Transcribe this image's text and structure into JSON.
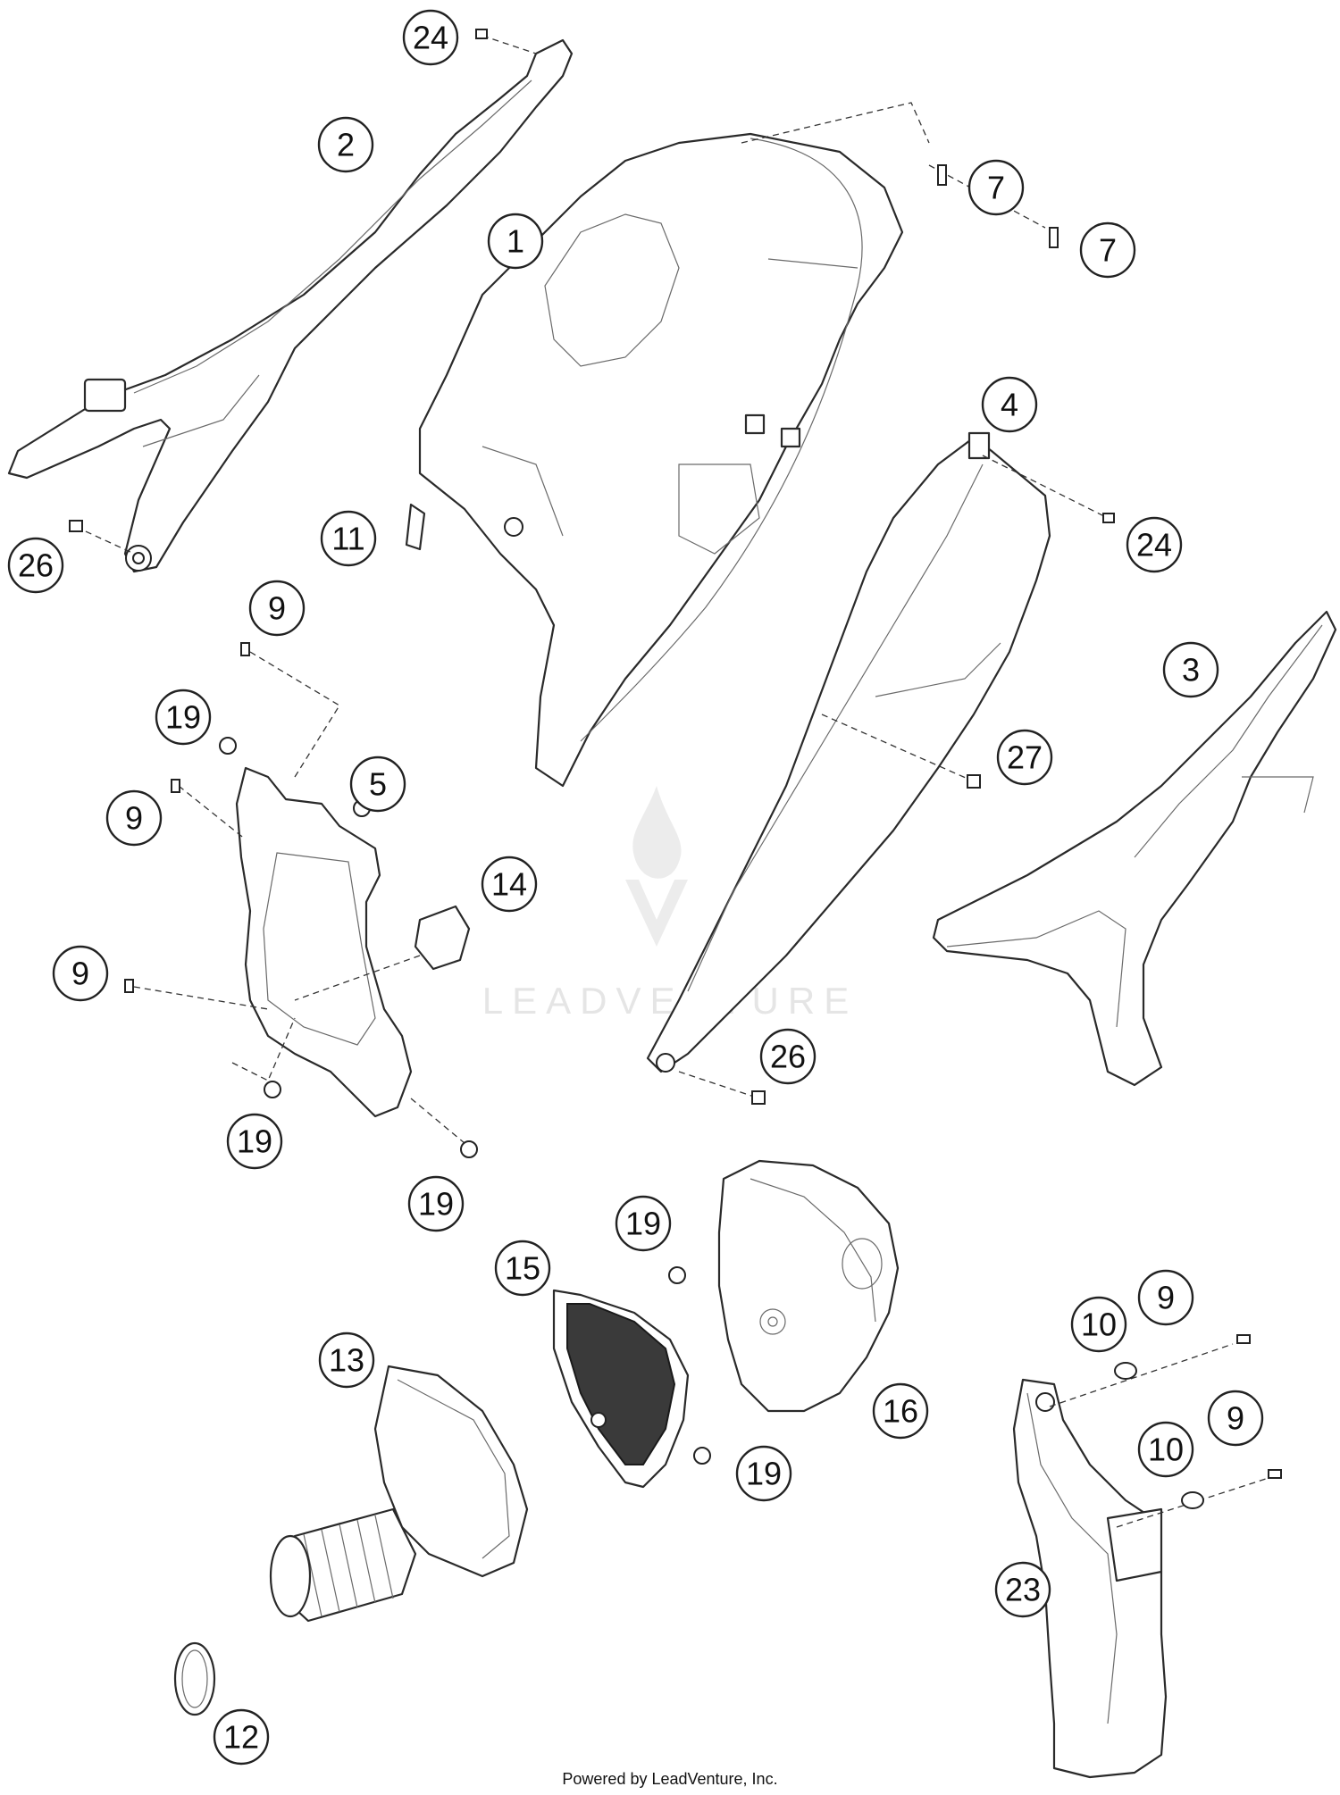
{
  "callouts": [
    {
      "label": "24"
    },
    {
      "label": "2"
    },
    {
      "label": "1"
    },
    {
      "label": "7"
    },
    {
      "label": "7"
    },
    {
      "label": "26"
    },
    {
      "label": "11"
    },
    {
      "label": "4"
    },
    {
      "label": "24"
    },
    {
      "label": "9"
    },
    {
      "label": "3"
    },
    {
      "label": "19"
    },
    {
      "label": "5"
    },
    {
      "label": "27"
    },
    {
      "label": "9"
    },
    {
      "label": "14"
    },
    {
      "label": "9"
    },
    {
      "label": "26"
    },
    {
      "label": "19"
    },
    {
      "label": "19"
    },
    {
      "label": "19"
    },
    {
      "label": "15"
    },
    {
      "label": "9"
    },
    {
      "label": "10"
    },
    {
      "label": "13"
    },
    {
      "label": "16"
    },
    {
      "label": "19"
    },
    {
      "label": "10"
    },
    {
      "label": "9"
    },
    {
      "label": "23"
    },
    {
      "label": "12"
    }
  ],
  "watermark": {
    "text": "LEADVENTURE"
  },
  "footer": {
    "text": "Powered by LeadVenture, Inc."
  }
}
